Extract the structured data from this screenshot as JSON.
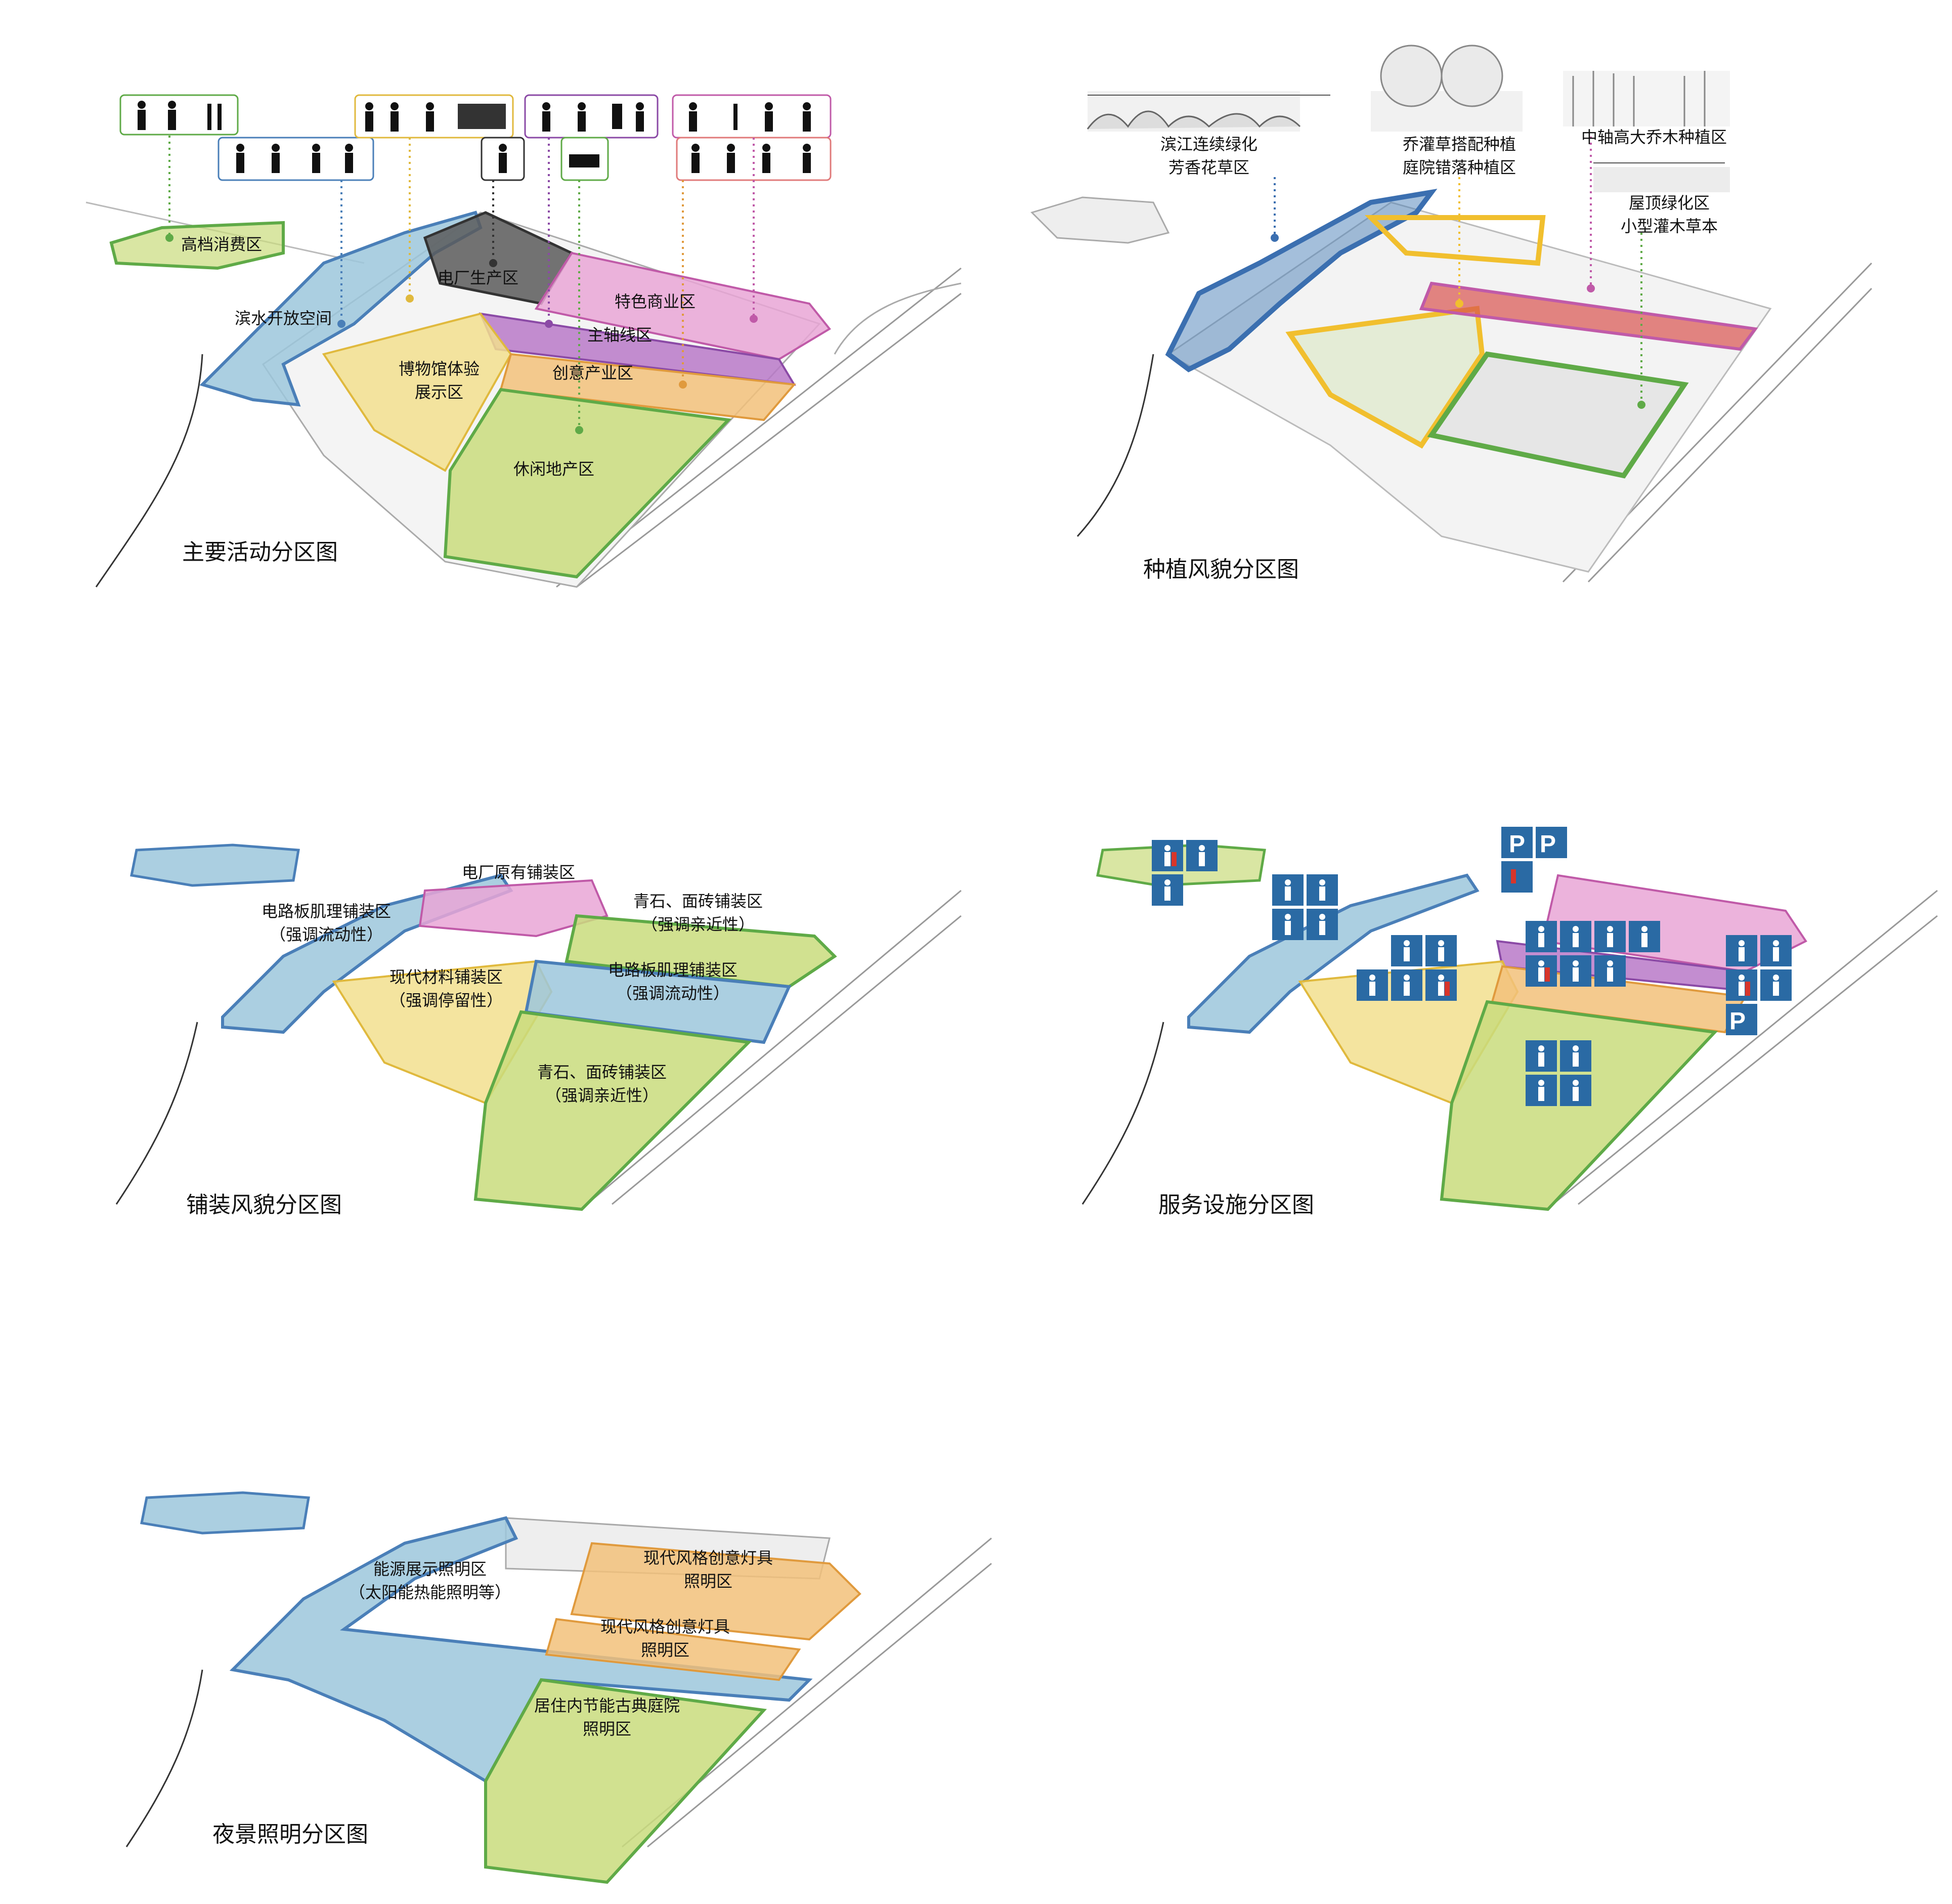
{
  "panels": {
    "activity": {
      "title": "主要活动分区图",
      "zones": {
        "luxury": "高档消费区",
        "waterfront": "滨水开放空间",
        "power": "电厂生产区",
        "commerce": "特色商业区",
        "axis": "主轴线区",
        "museum_1": "博物馆体验",
        "museum_2": "展示区",
        "creative": "创意产业区",
        "leisure": "休闲地产区"
      }
    },
    "planting": {
      "title": "种植风貌分区图",
      "labels": {
        "river_1": "滨江连续绿化",
        "river_2": "芳香花草区",
        "shrub_1": "乔灌草搭配种植",
        "shrub_2": "庭院错落种植区",
        "axis": "中轴高大乔木种植区",
        "roof_1": "屋顶绿化区",
        "roof_2": "小型灌木草本"
      }
    },
    "paving": {
      "title": "铺装风貌分区图",
      "zones": {
        "original": "电厂原有铺装区",
        "circuit_left_1": "电路板肌理铺装区",
        "circuit_left_2": "（强调流动性）",
        "stone_top_1": "青石、面砖铺装区",
        "stone_top_2": "（强调亲近性）",
        "modern_1": "现代材料铺装区",
        "modern_2": "（强调停留性）",
        "circuit_right_1": "电路板肌理铺装区",
        "circuit_right_2": "（强调流动性）",
        "stone_bottom_1": "青石、面砖铺装区",
        "stone_bottom_2": "（强调亲近性）"
      }
    },
    "service": {
      "title": "服务设施分区图",
      "parking_letter": "P"
    },
    "lighting": {
      "title": "夜景照明分区图",
      "zones": {
        "energy_1": "能源展示照明区",
        "energy_2": "（太阳能热能照明等）",
        "modern_top_1": "现代风格创意灯具",
        "modern_top_2": "照明区",
        "modern_mid_1": "现代风格创意灯具",
        "modern_mid_2": "照明区",
        "classical_1": "居住内节能古典庭院",
        "classical_2": "照明区"
      }
    }
  },
  "colors": {
    "blue": "#9cc7dc",
    "blue_edge": "#4a7fb8",
    "pink": "#e9a6d6",
    "yellow": "#f2df8e",
    "orange": "#f2c17a",
    "green": "#c9dc7c",
    "green_edge": "#5faa47",
    "gray_zone": "#5a5a5a",
    "sign_blue": "#2a6aa4",
    "toilet_red": "#d8352a"
  }
}
